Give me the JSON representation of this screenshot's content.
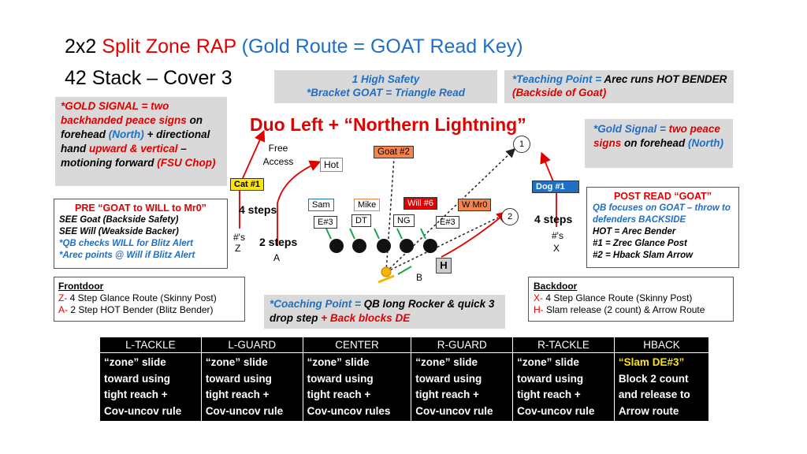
{
  "title": {
    "line1_a": "2x2 ",
    "line1_b": "Split Zone RAP",
    "line1_c": " (Gold Route = GOAT Read Key)",
    "line2": "42 Stack – Cover 3"
  },
  "safety_box": {
    "line1": "1 High Safety",
    "line2": "*Bracket GOAT = Triangle Read"
  },
  "teaching_box": {
    "a": "*Teaching Point = ",
    "b": "Arec runs HOT BENDER ",
    "c": "(Backside of Goat)"
  },
  "gold_signal_left": {
    "a": "*GOLD SIGNAL = two backhanded peace signs",
    "b": " on forehead ",
    "c": "(North)",
    "d": " + directional hand ",
    "e": "upward & vertical",
    "f": " – motioning forward ",
    "g": "(FSU Chop)"
  },
  "play_name": "Duo Left + “Northern Lightning”",
  "gold_signal_right": {
    "a": "*Gold Signal = ",
    "b": "two peace signs",
    "c": " on forehead ",
    "d": "(North)"
  },
  "pre_box": {
    "title": "PRE “GOAT to WILL to Mr0”",
    "l1": "SEE Goat (Backside Safety)",
    "l2": "SEE Will (Weakside Backer)",
    "l3": "*QB checks WILL for Blitz Alert",
    "l4": "*Arec points @ Will if Blitz Alert"
  },
  "post_box": {
    "title": "POST READ “GOAT”",
    "l1": "QB focuses on GOAT – throw to defenders BACKSIDE",
    "l2": "HOT = Arec Bender",
    "l3": "#1 = Zrec Glance Post",
    "l4": "#2 = Hback Slam Arrow"
  },
  "frontdoor": {
    "title": "Frontdoor",
    "z_key": "Z-",
    "z_text": " 4 Step Glance Route (Skinny Post)",
    "a_key": "A-",
    "a_text": " 2 Step HOT Bender (Blitz Bender)"
  },
  "backdoor": {
    "title": "Backdoor",
    "x_key": "X-",
    "x_text": " 4 Step Glance Route (Skinny Post)",
    "h_key": "H-",
    "h_text": " Slam release (2 count) & Arrow Route"
  },
  "coaching_box": {
    "a": "*Coaching Point = ",
    "b": "QB long Rocker & quick 3 drop step ",
    "c": "+ Back blocks DE"
  },
  "field": {
    "free_access": "Free Access",
    "hot": "Hot",
    "goat": "Goat #2",
    "cat": "Cat #1",
    "dog": "Dog #1",
    "sam": "Sam",
    "mike": "Mike",
    "will": "Will #6",
    "w_mr0": "W Mr0",
    "e3_left": "E#3",
    "dt": "DT",
    "ng": "NG",
    "e3_right": "E#3",
    "four_steps_left": "4 steps",
    "two_steps": "2 steps",
    "four_steps_right": "4 steps",
    "num1": "1",
    "num2": "2",
    "z_nums": "#'s",
    "z_label": "Z",
    "a_label": "A",
    "x_nums": "#'s",
    "x_label": "X",
    "h_label": "H",
    "b_label": "B"
  },
  "table": {
    "headers": [
      "L-TACKLE",
      "L-GUARD",
      "CENTER",
      "R-GUARD",
      "R-TACKLE",
      "HBACK"
    ],
    "rows": [
      [
        "“zone” slide",
        "“zone” slide",
        "“zone” slide",
        "“zone” slide",
        "“zone” slide",
        "“Slam DE#3”"
      ],
      [
        "toward using",
        "toward using",
        "toward using",
        "toward using",
        "toward using",
        "Block 2 count"
      ],
      [
        "tight reach +",
        "tight reach +",
        "tight reach +",
        "tight reach +",
        "tight reach +",
        "and release to"
      ],
      [
        "Cov-uncov rule",
        "Cov-uncov rule",
        "Cov-uncov rules",
        "Cov-uncov rule",
        "Cov-uncov rule",
        "Arrow route"
      ]
    ]
  }
}
